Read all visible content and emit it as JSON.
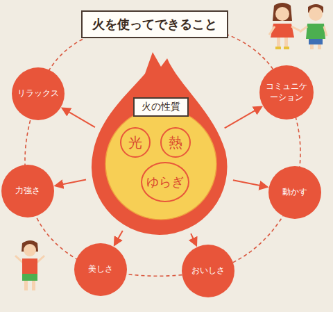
{
  "diagram": {
    "title": "火を使ってできること",
    "nodes": [
      {
        "text": [
          "火の性質"
        ]
      },
      {
        "text": [
          "光"
        ],
        "in": 0
      },
      {
        "text": [
          "熱"
        ],
        "in": 0
      },
      {
        "text": [
          "ゆらぎ"
        ],
        "in": 0
      },
      {
        "text": [
          "リラックス"
        ]
      },
      {
        "text": [
          "コミュニケーション"
        ]
      },
      {
        "text": [
          "力強さ"
        ]
      },
      {
        "text": [
          "動かす"
        ]
      },
      {
        "text": [
          "美しさ"
        ]
      },
      {
        "text": [
          "おいしさ"
        ]
      }
    ],
    "edges": [
      {
        "from": 0,
        "to": 4,
        "arrow": "to"
      },
      {
        "from": 0,
        "to": 5,
        "arrow": "to"
      },
      {
        "from": 0,
        "to": 6,
        "arrow": "to"
      },
      {
        "from": 0,
        "to": 7,
        "arrow": "to"
      },
      {
        "from": 0,
        "to": 8,
        "arrow": "to"
      },
      {
        "from": 0,
        "to": 9,
        "arrow": "to"
      }
    ]
  }
}
